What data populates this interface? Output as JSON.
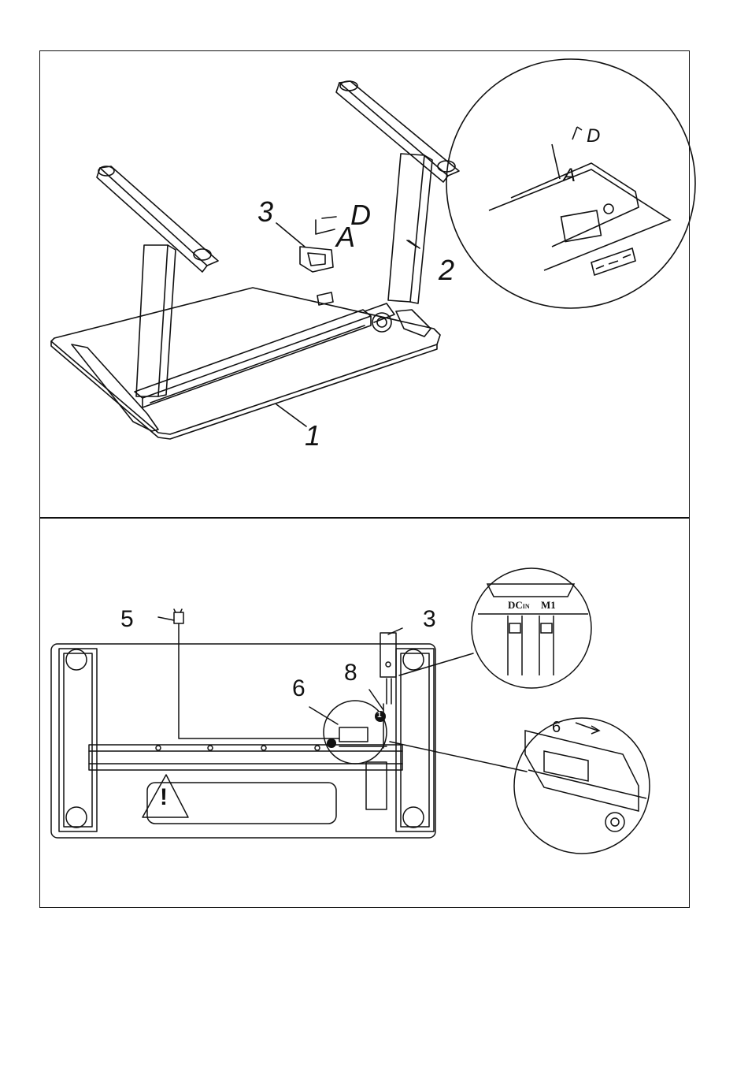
{
  "panel_1": {
    "callouts": {
      "desktop": "1",
      "frame": "2",
      "control_box": "3",
      "screw": "A",
      "hex_key": "D"
    },
    "zoom_callouts": {
      "screw": "A",
      "hex_key": "D"
    }
  },
  "panel_2": {
    "callouts": {
      "power_cord": "5",
      "cable_clip": "6",
      "control_box": "3",
      "motor_cable": "8"
    },
    "zoom_top": {
      "port_dc": "DC",
      "port_dc_sub": "IN",
      "port_m1": "M1"
    },
    "zoom_bottom": {
      "cable_clip": "6"
    },
    "step_marker": "1",
    "warning_icon": "warning-icon",
    "warning_box_text": ""
  },
  "colors": {
    "line": "#111111",
    "background": "#ffffff"
  }
}
